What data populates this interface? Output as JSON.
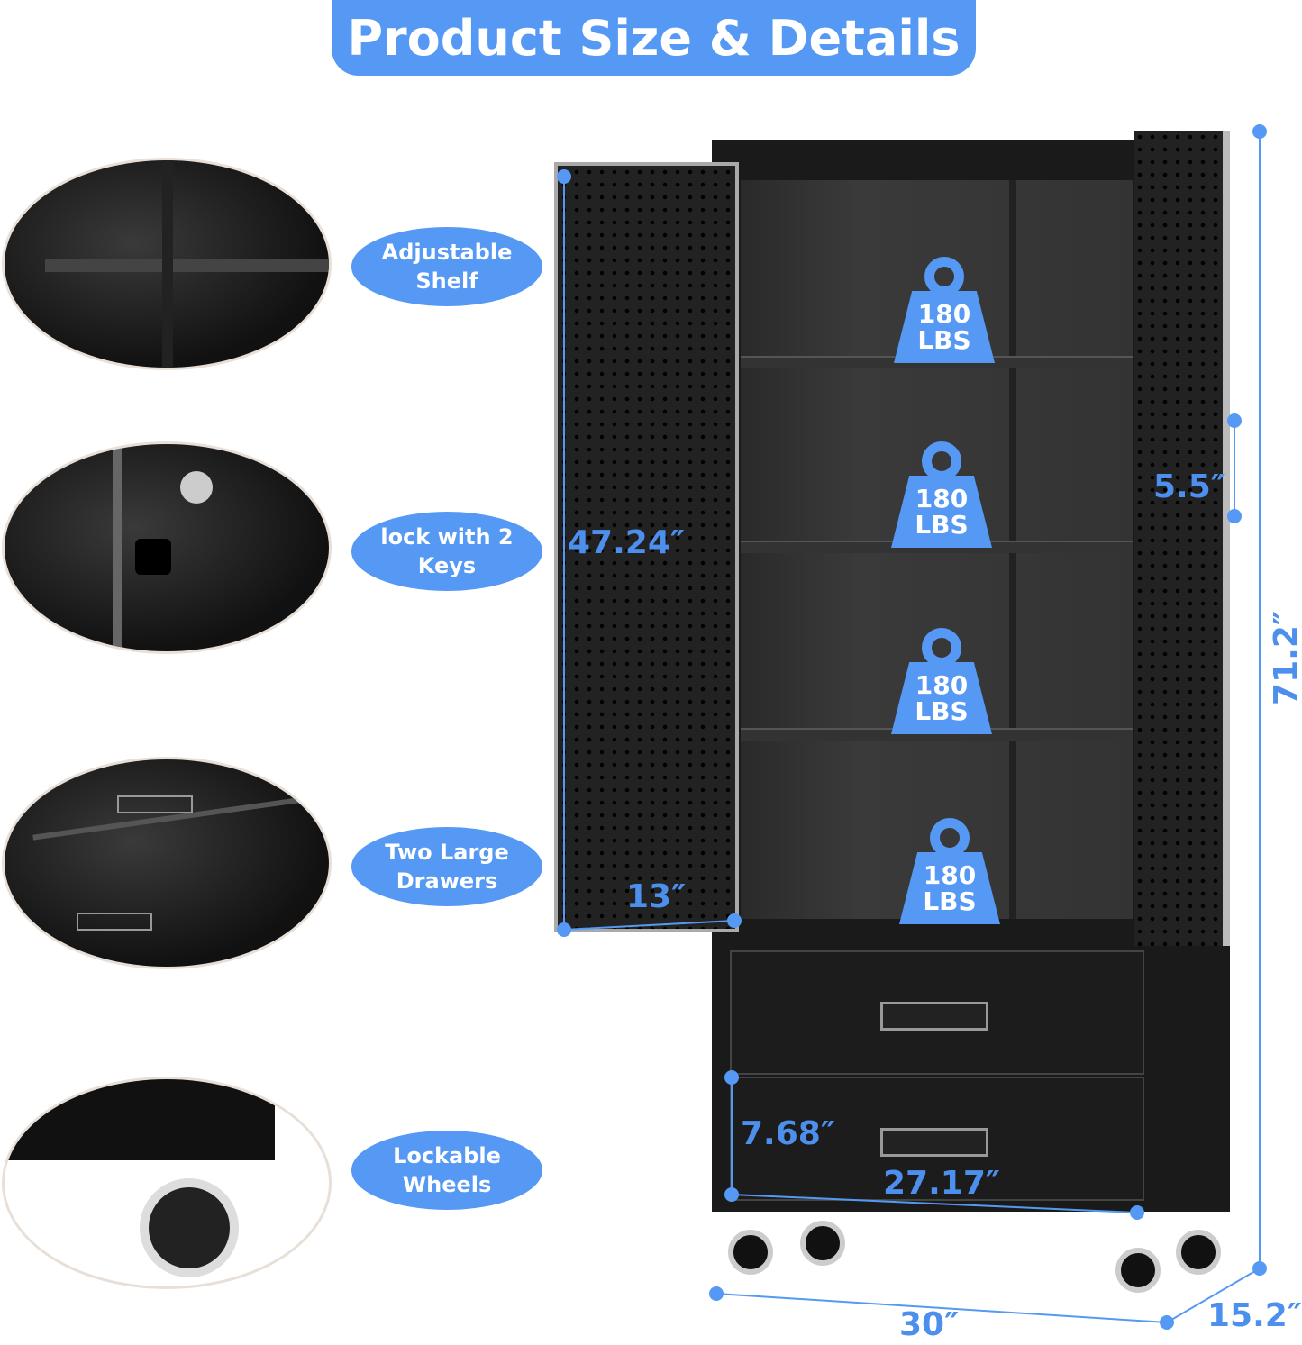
{
  "title": "Product Size & Details",
  "features": [
    {
      "label": "Adjustable Shelf"
    },
    {
      "label": "lock with 2 Keys"
    },
    {
      "label": "Two Large Drawers"
    },
    {
      "label": "Lockable Wheels"
    }
  ],
  "capacity": [
    {
      "value": "180",
      "unit": "LBS"
    },
    {
      "value": "180",
      "unit": "LBS"
    },
    {
      "value": "180",
      "unit": "LBS"
    },
    {
      "value": "180",
      "unit": "LBS"
    }
  ],
  "dimensions": {
    "door_height": "47.24″",
    "door_width": "13″",
    "handle": "5.5″",
    "total_height": "71.2″",
    "drawer_height": "7.68″",
    "drawer_width": "27.17″",
    "width": "30″",
    "depth": "15.2″"
  },
  "colors": {
    "accent": "#5599f5",
    "cabinet": "#1a1a1a"
  }
}
